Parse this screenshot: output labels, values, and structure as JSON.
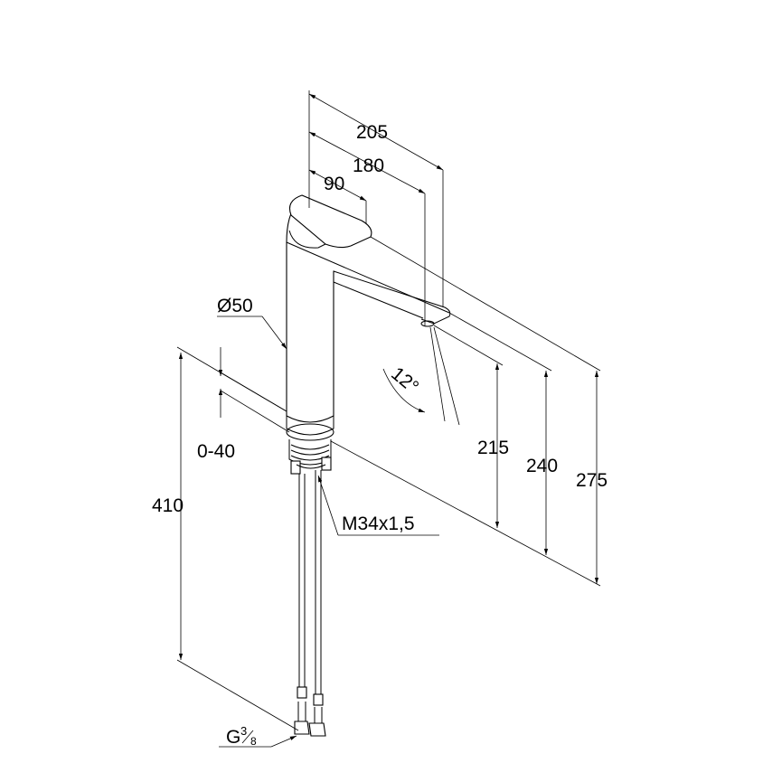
{
  "dimensions": {
    "d205": "205",
    "d180": "180",
    "d90": "90",
    "diameter": "Ø50",
    "angle": "12°",
    "range": "0-40",
    "d410": "410",
    "d215": "215",
    "d240": "240",
    "d275": "275",
    "thread": "M34x1,5",
    "connection_main": "G",
    "connection_num": "3",
    "connection_den": "8"
  }
}
